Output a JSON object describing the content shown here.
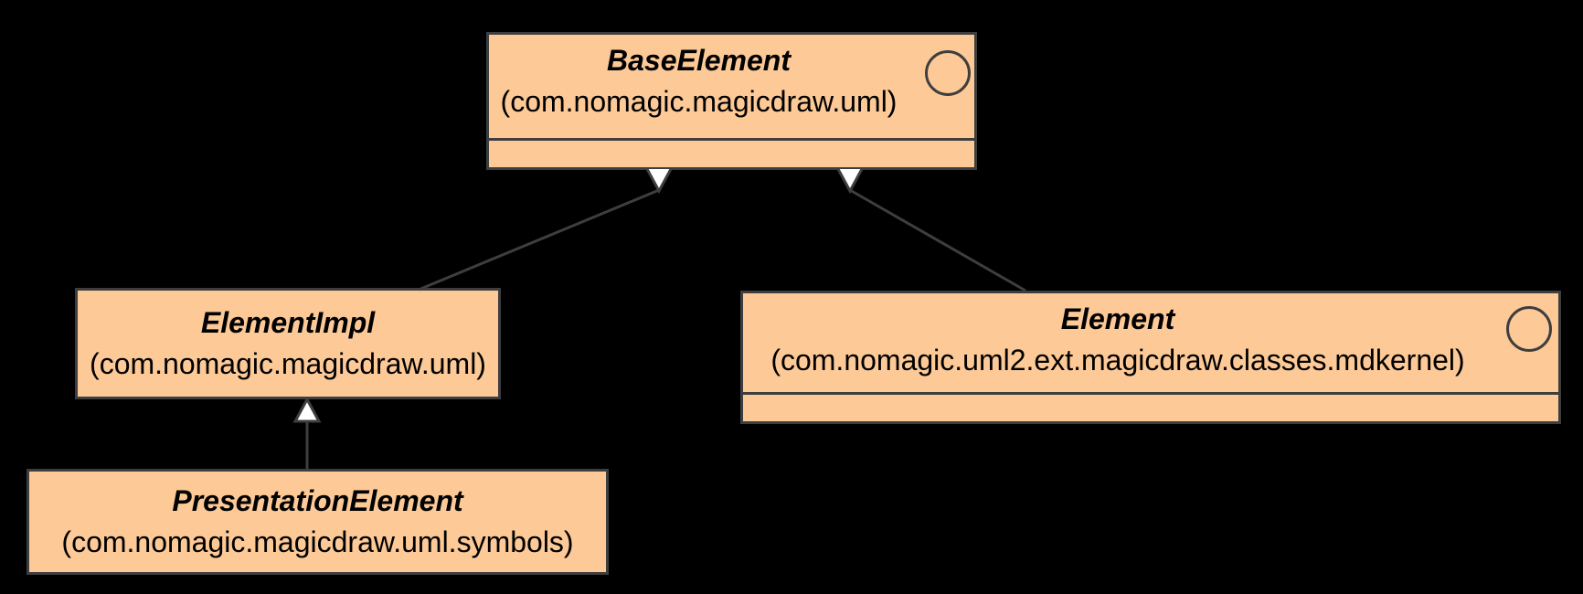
{
  "diagram_type": "uml-class-diagram",
  "colors": {
    "background": "#000000",
    "node_fill": "#FCC997",
    "node_border": "#3E3E3E",
    "connector_line": "#3E3E3E",
    "arrowhead_fill": "#FFFFFF",
    "text": "#000000"
  },
  "classes": {
    "base_element": {
      "name": "BaseElement",
      "package": "(com.nomagic.magicdraw.uml)",
      "icon": "interface-circle-icon",
      "empty_compartment": true
    },
    "element_impl": {
      "name": "ElementImpl",
      "package": "(com.nomagic.magicdraw.uml)",
      "icon": null,
      "empty_compartment": false
    },
    "element": {
      "name": "Element",
      "package": "(com.nomagic.uml2.ext.magicdraw.classes.mdkernel)",
      "icon": "interface-circle-icon",
      "empty_compartment": true
    },
    "presentation_element": {
      "name": "PresentationElement",
      "package": "(com.nomagic.magicdraw.uml.symbols)",
      "icon": null,
      "empty_compartment": false
    }
  },
  "relations": [
    {
      "from": "ElementImpl",
      "to": "BaseElement",
      "type": "generalization",
      "arrowhead": "hollow-triangle"
    },
    {
      "from": "Element",
      "to": "BaseElement",
      "type": "generalization",
      "arrowhead": "hollow-triangle"
    },
    {
      "from": "PresentationElement",
      "to": "ElementImpl",
      "type": "generalization",
      "arrowhead": "hollow-triangle"
    }
  ]
}
